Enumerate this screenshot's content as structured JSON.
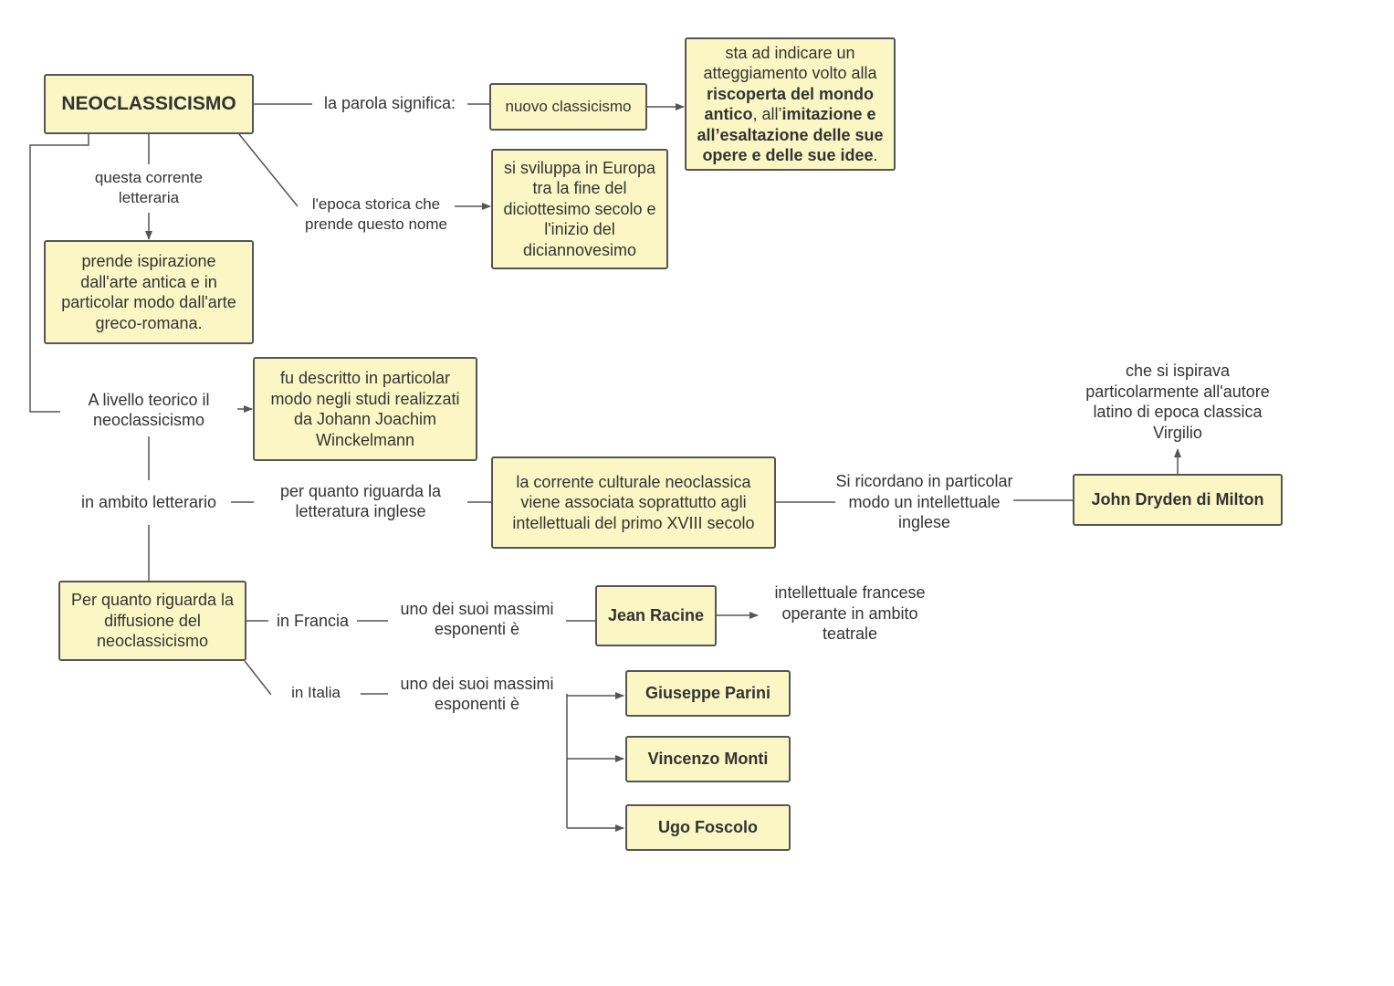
{
  "diagram": {
    "root": {
      "label": "NEOCLASSICISMO"
    },
    "edges": {
      "meaning": "la parola significa:",
      "current": "questa corrente letteraria",
      "epoch": "l'epoca storica che prende questo nome",
      "theory": "A livello teorico il neoclassicismo",
      "literary": "in ambito letterario",
      "english_lit": "per quanto riguarda la letteratura inglese",
      "remember": "Si ricordano in particolar modo un intellettuale inglese",
      "france": "in Francia",
      "france_exp": "uno dei suoi massimi esponenti è",
      "italy": "in Italia",
      "italy_exp": "uno dei suoi massimi esponenti è"
    },
    "nodes": {
      "new_classicism": "nuovo classicismo",
      "meaning_desc": {
        "p1": "sta ad indicare un atteggiamento volto alla ",
        "b1": "riscoperta del mondo antico",
        "p2": ", all’",
        "b2": "imitazione e all’esaltazione delle sue opere e delle sue idee",
        "p3": "."
      },
      "europe": "si sviluppa in Europa tra la fine del diciottesimo secolo e l'inizio del diciannovesimo",
      "inspiration": "prende ispirazione dall'arte antica e in particolar modo dall'arte greco-romana.",
      "winckelmann": "fu descritto in particolar modo negli studi realizzati da Johann Joachim Winckelmann",
      "english_current": "la corrente culturale neoclassica viene associata soprattutto agli intellettuali del primo XVIII secolo",
      "dryden": "John Dryden di Milton",
      "virgil_note": "che si ispirava particolarmente all'autore latino di epoca classica Virgilio",
      "diffusion": "Per quanto riguarda la diffusione del neoclassicismo",
      "racine": "Jean Racine",
      "racine_note": "intellettuale francese operante in ambito teatrale",
      "parini": "Giuseppe Parini",
      "monti": "Vincenzo Monti",
      "foscolo": "Ugo Foscolo"
    }
  }
}
